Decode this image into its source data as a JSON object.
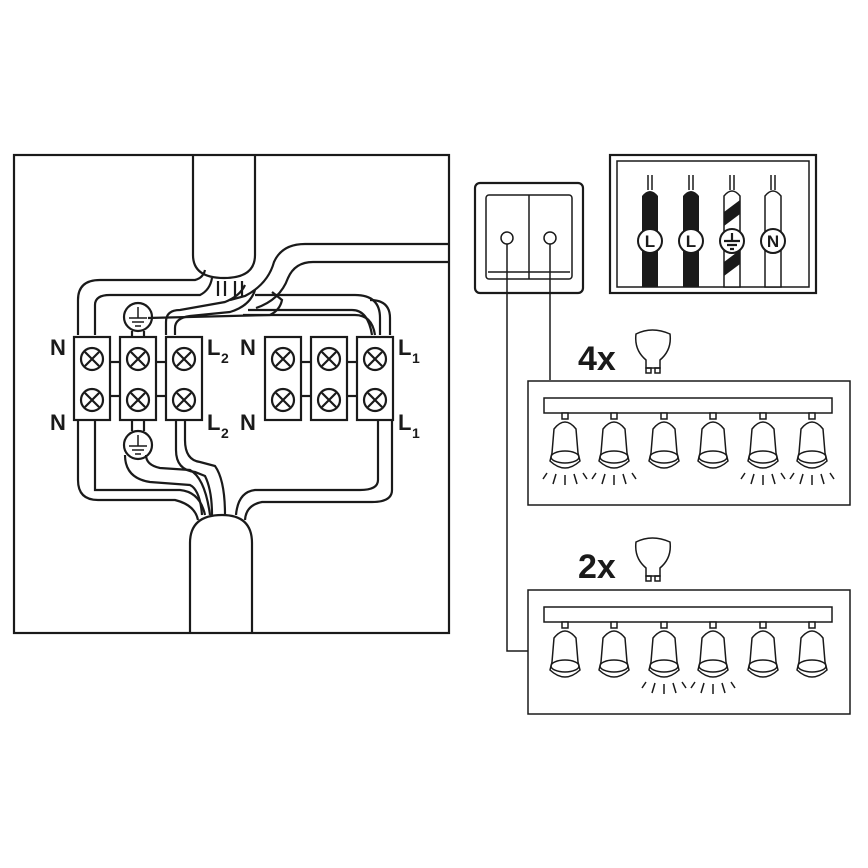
{
  "junction_box": {
    "left_block_labels": {
      "top_left": "N",
      "bottom_left": "N",
      "top_right": "L",
      "top_right_sub": "2",
      "bottom_right": "L",
      "bottom_right_sub": "2"
    },
    "right_block_labels": {
      "top_left": "N",
      "bottom_left": "N",
      "top_right": "L",
      "top_right_sub": "1",
      "bottom_right": "L",
      "bottom_right_sub": "1"
    },
    "terminal_count_per_block": 3,
    "earth_symbol": "protective-earth"
  },
  "switch": {
    "type": "double rocker switch",
    "rockers": 2
  },
  "wire_legend": {
    "wires": [
      {
        "symbol": "L",
        "style": "black"
      },
      {
        "symbol": "L",
        "style": "black"
      },
      {
        "symbol": "⏚",
        "style": "striped"
      },
      {
        "symbol": "N",
        "style": "white"
      }
    ]
  },
  "fixture_groups": [
    {
      "quantity_label": "4x",
      "bulb": "GU10",
      "spots": 6,
      "lit_spots": [
        1,
        2,
        5,
        6
      ]
    },
    {
      "quantity_label": "2x",
      "bulb": "GU10",
      "spots": 6,
      "lit_spots": [
        3,
        4
      ]
    }
  ],
  "colors": {
    "line": "#1a1a1a",
    "background": "#ffffff"
  }
}
